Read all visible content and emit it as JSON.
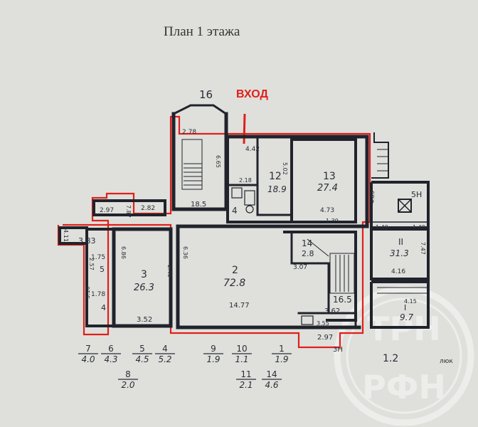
{
  "title": "План 1 этажа",
  "entrance_label": "ВХОД",
  "colors": {
    "paper": "#dfe0dc",
    "ink": "#2a2d36",
    "red": "#e0201a"
  },
  "rooms": {
    "r2": {
      "num": "2",
      "area": "72.8",
      "dim1": "14.77",
      "dim2": "6.36"
    },
    "r3": {
      "num": "3",
      "area": "26.3",
      "dim1": "3.52",
      "dim2": "6.86",
      "dim3": "2.40"
    },
    "r4": {
      "num": "4"
    },
    "r5": {
      "num": "5",
      "dim1": "1.75",
      "dim2": "2.57"
    },
    "r7": {
      "num": "4",
      "dim1": "1.78",
      "dim2": "3.10"
    },
    "r8": {
      "dim1": "3.83",
      "dim2": "4.11"
    },
    "r9": {
      "dim1": "2.97",
      "dim2": "7.87"
    },
    "r10": {
      "dim1": "2.82"
    },
    "r11": {
      "num": "11"
    },
    "r12": {
      "num": "12",
      "area": "18.9",
      "dim1": "4.42",
      "dim2": "2.18"
    },
    "r13": {
      "num": "13",
      "area": "27.4",
      "dim1": "4.73",
      "dim2": "5.02",
      "dim3": "1.39"
    },
    "r14": {
      "num": "14",
      "area": "2.8",
      "dim1": "3.07"
    },
    "r16": {
      "num": "16",
      "area": "18.5",
      "dim1": "2.78",
      "dim2": "6.65"
    },
    "rII": {
      "num": "II",
      "area": "31.3",
      "dim1": "4.16",
      "dim2": "7.47"
    },
    "rI": {
      "num": "I",
      "area": "9.7",
      "dim1": "4.15"
    },
    "stair": {
      "area": "16.5"
    },
    "misc": {
      "a": "5Н",
      "b": "1.40",
      "c": "1.40",
      "d": "4.83",
      "e": "3Н",
      "f": "1.2",
      "g": "люк",
      "h": "2.97",
      "i": "3.62",
      "j": "3.55"
    }
  },
  "legend": [
    {
      "num": "7",
      "area": "4.0"
    },
    {
      "num": "6",
      "area": "4.3"
    },
    {
      "num": "5",
      "area": "4.5"
    },
    {
      "num": "4",
      "area": "5.2"
    },
    {
      "num": "9",
      "area": "1.9"
    },
    {
      "num": "10",
      "area": "1.1"
    },
    {
      "num": "1",
      "area": "1.9"
    },
    {
      "num": "8",
      "area": "2.0"
    },
    {
      "num": "11",
      "area": "2.1"
    },
    {
      "num": "14",
      "area": "4.6"
    }
  ],
  "watermark": {
    "top": "ТРН",
    "bottom": "РФН"
  }
}
